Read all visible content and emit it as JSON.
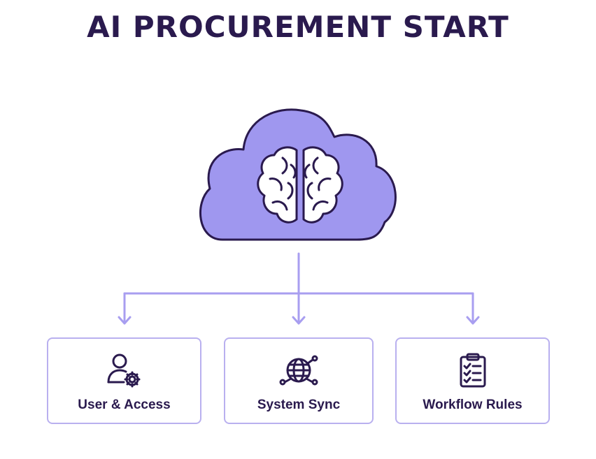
{
  "title": "AI PROCUREMENT START",
  "colors": {
    "title": "#2a1a4e",
    "cloud_fill": "#9f97ef",
    "cloud_stroke": "#2a1a4e",
    "connector": "#a89ef0",
    "card_border": "#b9b0ef",
    "icon": "#2a1a4e"
  },
  "central_node": {
    "shape": "cloud",
    "icon": "brain-icon"
  },
  "nodes": [
    {
      "label": "User & Access",
      "icon": "user-gear-icon"
    },
    {
      "label": "System Sync",
      "icon": "globe-network-icon"
    },
    {
      "label": "Workflow Rules",
      "icon": "clipboard-checklist-icon"
    }
  ]
}
